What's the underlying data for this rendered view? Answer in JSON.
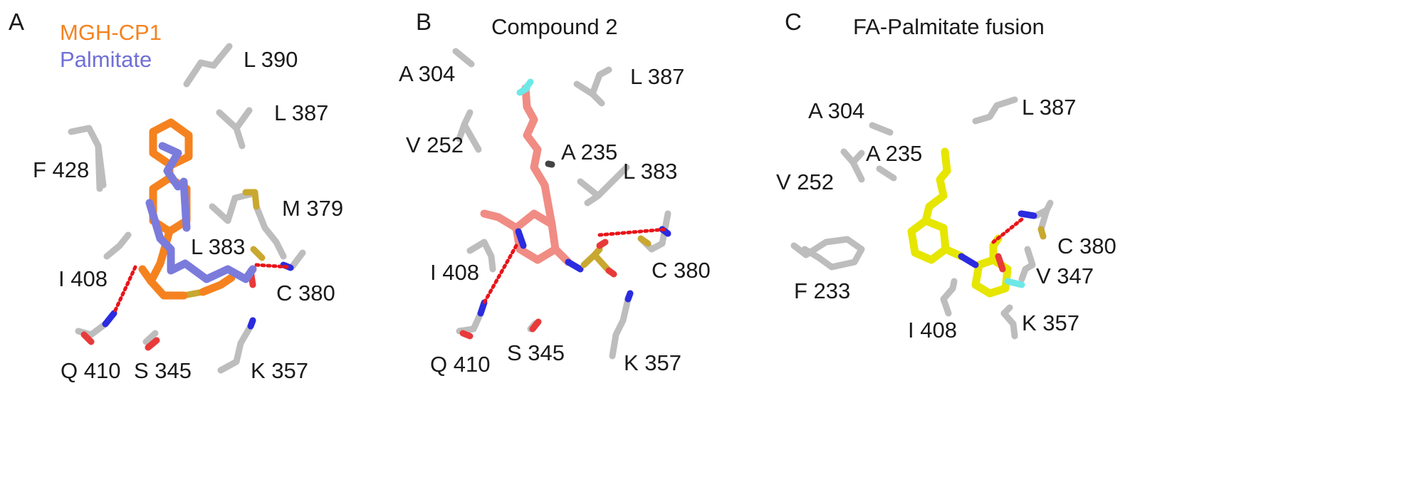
{
  "panels": [
    {
      "letter": "A",
      "legend": [
        {
          "text": "MGH-CP1",
          "color": "#f5821f"
        },
        {
          "text": "Palmitate",
          "color": "#7b7bdc"
        }
      ],
      "residues": [
        "L 390",
        "L 387",
        "F 428",
        "M 379",
        "L 383",
        "I 408",
        "C 380",
        "Q 410",
        "S 345",
        "K 357"
      ]
    },
    {
      "letter": "B",
      "title": "Compound 2",
      "ligand_color": "#f08c84",
      "residues": [
        "A 304",
        "L 387",
        "V 252",
        "A 235",
        "L 383",
        "I 408",
        "C 380",
        "Q 410",
        "S 345",
        "K 357"
      ]
    },
    {
      "letter": "C",
      "title": "FA-Palmitate fusion",
      "ligand_color": "#e6e600",
      "residues": [
        "A 304",
        "L 387",
        "A 235",
        "V 252",
        "C 380",
        "V 347",
        "F 233",
        "I 408",
        "K 357"
      ]
    }
  ],
  "colors": {
    "residue": "#bdbdbd",
    "hbond": "#e8141a",
    "nitrogen": "#2b2be0",
    "oxygen": "#e83a3a",
    "sulfur": "#c8a830",
    "fluorine": "#6de8e8"
  }
}
